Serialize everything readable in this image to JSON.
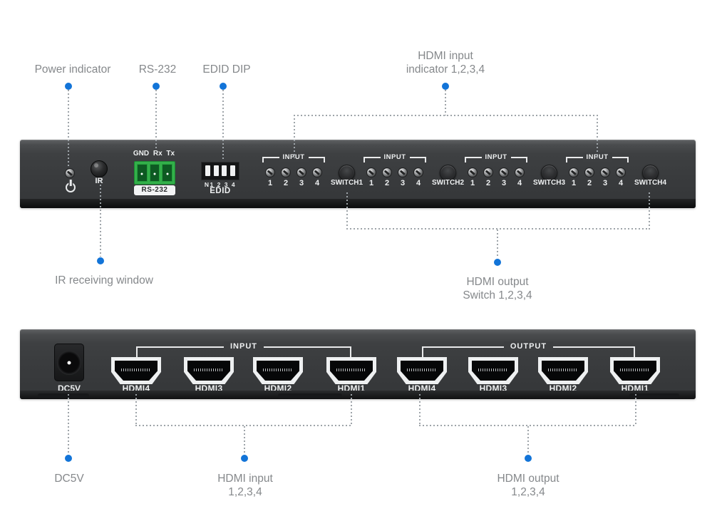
{
  "colors": {
    "accent_blue": "#1274d8",
    "label_gray": "#85888b",
    "panel_gray": "#3b3d3f",
    "terminal_green": "#33b04a"
  },
  "icons": {
    "power_icon": "power-standby-symbol",
    "ir_icon": "ir-receiver-lens",
    "led_icon": "round-led-indicator",
    "hdmi_icon": "hdmi-port",
    "dc_icon": "dc-barrel-jack"
  },
  "callouts": {
    "power_indicator": {
      "label": "Power indicator"
    },
    "rs232": {
      "label": "RS-232"
    },
    "edid_dip": {
      "label": "EDID DIP"
    },
    "hdmi_input_indicator": {
      "line1": "HDMI input",
      "line2": "indicator 1,2,3,4"
    },
    "ir_window": {
      "label": "IR receiving window"
    },
    "hdmi_output_switch": {
      "line1": "HDMI output",
      "line2": "Switch 1,2,3,4"
    },
    "dc5v": {
      "label": "DC5V"
    },
    "hdmi_input_ports": {
      "line1": "HDMI input",
      "line2": "1,2,3,4"
    },
    "hdmi_output_ports": {
      "line1": "HDMI output",
      "line2": "1,2,3,4"
    }
  },
  "front_panel": {
    "ir_label": "IR",
    "rs232_pins_label": "GND Rx Tx",
    "rs232_badge": "RS-232",
    "edid_scale": "N1 2 3 4",
    "edid_label": "EDID",
    "groups": [
      {
        "bracket": "INPUT",
        "numbers": [
          "1",
          "2",
          "3",
          "4"
        ],
        "switch_label": "SWITCH1"
      },
      {
        "bracket": "INPUT",
        "numbers": [
          "1",
          "2",
          "3",
          "4"
        ],
        "switch_label": "SWITCH2"
      },
      {
        "bracket": "INPUT",
        "numbers": [
          "1",
          "2",
          "3",
          "4"
        ],
        "switch_label": "SWITCH3"
      },
      {
        "bracket": "INPUT",
        "numbers": [
          "1",
          "2",
          "3",
          "4"
        ],
        "switch_label": "SWITCH4"
      }
    ]
  },
  "rear_panel": {
    "dc_label": "DC5V",
    "input_group_label": "INPUT",
    "output_group_label": "OUTPUT",
    "input_ports": [
      "HDMI4",
      "HDMI3",
      "HDMI2",
      "HDMI1"
    ],
    "output_ports": [
      "HDMI4",
      "HDMI3",
      "HDMI2",
      "HDMI1"
    ]
  }
}
